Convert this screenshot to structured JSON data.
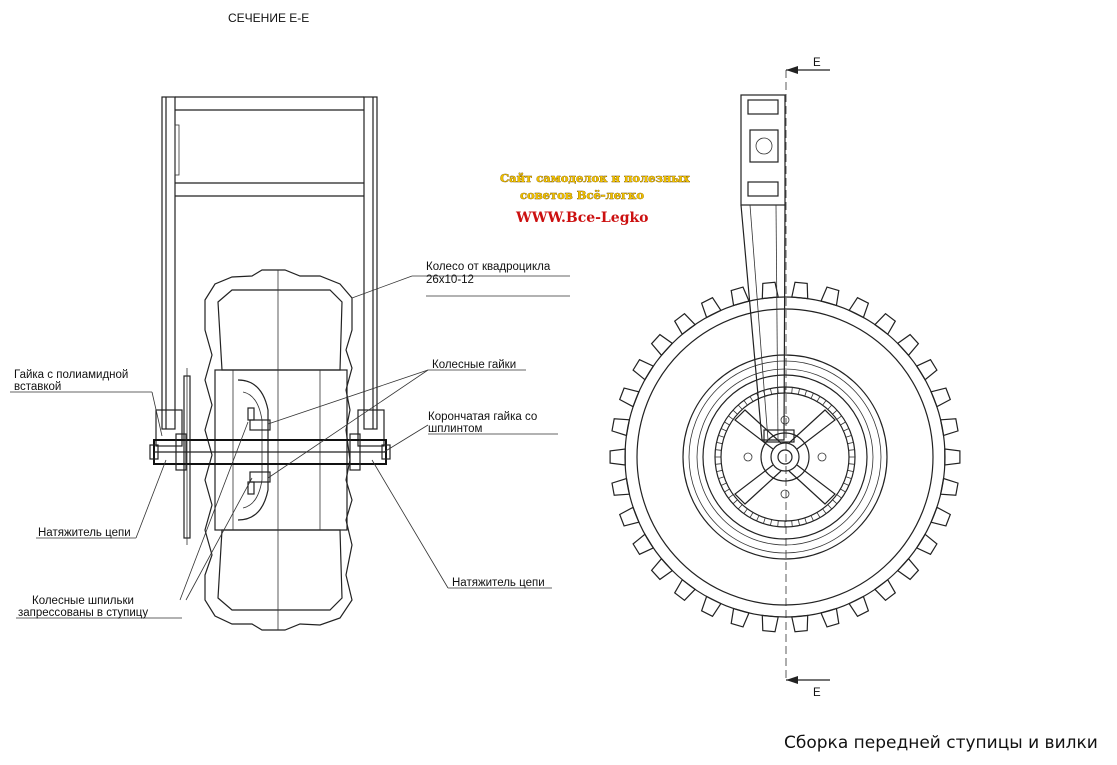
{
  "section_title": "СЕЧЕНИЕ Е-Е",
  "section_mark_top": "Е",
  "section_mark_bottom": "Е",
  "labels": {
    "wheel": [
      "Колесо от квадроцикла",
      "26x10-12"
    ],
    "nut_polyamide": [
      "Гайка с полиамидной",
      "вставкой"
    ],
    "wheel_nuts": "Колесные гайки",
    "castle_nut": [
      "Корончатая гайка со",
      "шплинтом"
    ],
    "chain_tensioner_left": "Натяжитель цепи",
    "chain_tensioner_right": "Натяжитель цепи",
    "wheel_studs": [
      "Колесные шпильки",
      "запрессованы в ступицу"
    ]
  },
  "watermark": {
    "line1": "Сайт самоделок и полезных",
    "line2": "советов Всё-легко",
    "url": "WWW.Все-Legko"
  },
  "caption": "Сборка передней ступицы и вилки",
  "colors": {
    "line": "#222222",
    "watermark_yellow": "#f0c000",
    "watermark_red": "#cc1010"
  }
}
